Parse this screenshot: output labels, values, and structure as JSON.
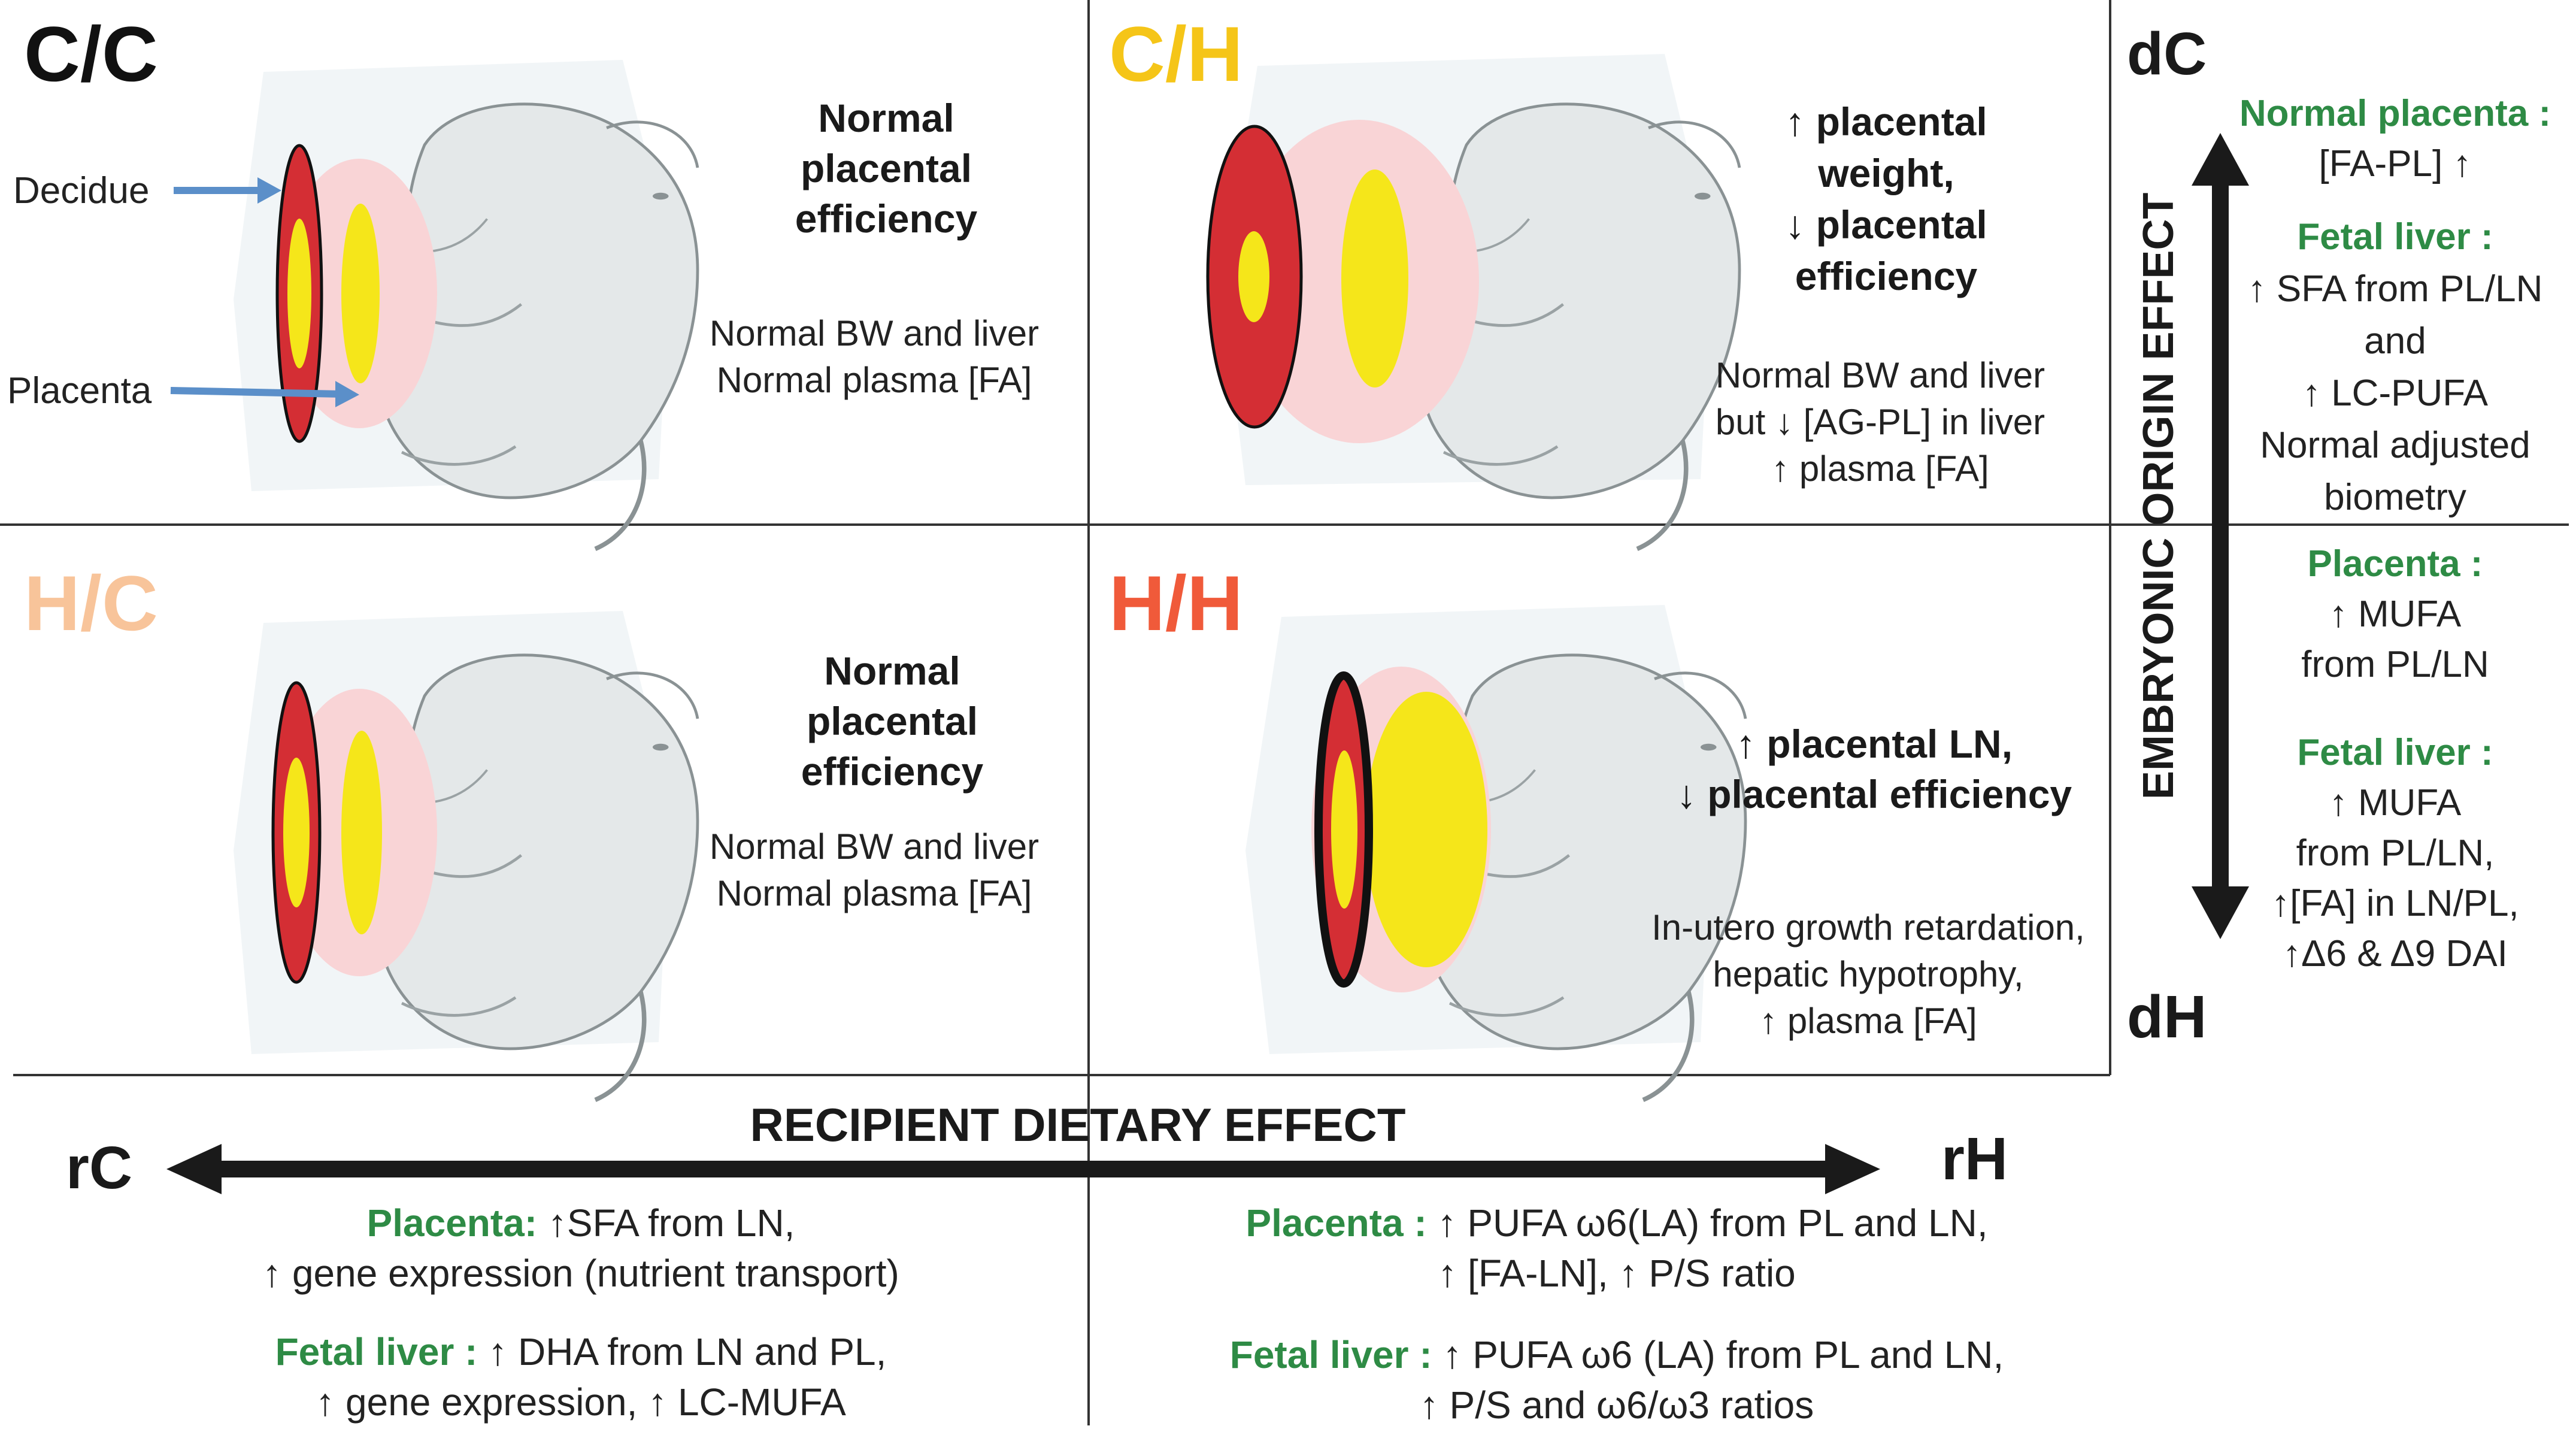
{
  "quadrants": {
    "cc": {
      "label": "C/C",
      "label_color": "#111111",
      "efficiency": [
        "Normal",
        "placental",
        "efficiency"
      ],
      "outcome": [
        "Normal BW and liver",
        "Normal plasma [FA]"
      ],
      "annotations": {
        "decidue": "Decidue",
        "placenta": "Placenta"
      }
    },
    "ch": {
      "label": "C/H",
      "label_color": "#f5c518",
      "efficiency": [
        "↑  placental",
        "weight,",
        "↓ placental",
        "efficiency"
      ],
      "outcome": [
        "Normal BW and liver",
        "but ↓ [AG-PL] in liver",
        "↑ plasma [FA]"
      ]
    },
    "hc": {
      "label": "H/C",
      "label_color": "#f8c49a",
      "efficiency": [
        "Normal",
        "placental",
        "efficiency"
      ],
      "outcome": [
        "Normal BW and liver",
        "Normal plasma [FA]"
      ]
    },
    "hh": {
      "label": "H/H",
      "label_color": "#f05a3a",
      "efficiency": [
        "↑ placental LN,",
        "↓ placental efficiency"
      ],
      "outcome": [
        "In-utero growth retardation,",
        "hepatic hypotrophy,",
        "↑ plasma [FA]"
      ]
    }
  },
  "embryonic_axis": {
    "title": "EMBRYONIC ORIGIN EFFECT",
    "top_label": "dC",
    "bottom_label": "dH",
    "top_block": {
      "placenta_heading": "Normal placenta :",
      "placenta_lines": [
        "[FA-PL] ↑"
      ],
      "liver_heading": "Fetal liver :",
      "liver_lines": [
        "↑ SFA from PL/LN",
        "and",
        "↑ LC-PUFA",
        "Normal adjusted",
        "biometry"
      ]
    },
    "bottom_block": {
      "placenta_heading": "Placenta :",
      "placenta_lines": [
        "↑ MUFA",
        "from PL/LN"
      ],
      "liver_heading": "Fetal liver :",
      "liver_lines": [
        "↑ MUFA",
        "from PL/LN,",
        "↑[FA] in LN/PL,",
        "↑Δ6 & Δ9 DAI"
      ]
    }
  },
  "recipient_axis": {
    "title": "RECIPIENT DIETARY EFFECT",
    "left_label": "rC",
    "right_label": "rH",
    "left_block": {
      "placenta_heading": "Placenta:",
      "placenta_line1": " ↑SFA from LN,",
      "placenta_line2": "↑ gene expression (nutrient transport)",
      "liver_heading": "Fetal liver :",
      "liver_line1": " ↑ DHA from LN and PL,",
      "liver_line2": "↑ gene expression, ↑ LC-MUFA"
    },
    "right_block": {
      "placenta_heading": "Placenta :",
      "placenta_line1": " ↑ PUFA ω6(LA) from PL and LN,",
      "placenta_line2": "↑ [FA-LN], ↑ P/S ratio",
      "liver_heading": "Fetal liver :",
      "liver_line1": " ↑ PUFA ω6 (LA) from PL and LN,",
      "liver_line2": "↑ P/S and ω6/ω3 ratios"
    }
  },
  "colors": {
    "decidua": "#d42e34",
    "placenta_disc": "#f9d4d6",
    "labyrinth": "#f5e61a",
    "arrow_blue": "#5b8fc9",
    "axis_arrow": "#1a1a1a"
  }
}
